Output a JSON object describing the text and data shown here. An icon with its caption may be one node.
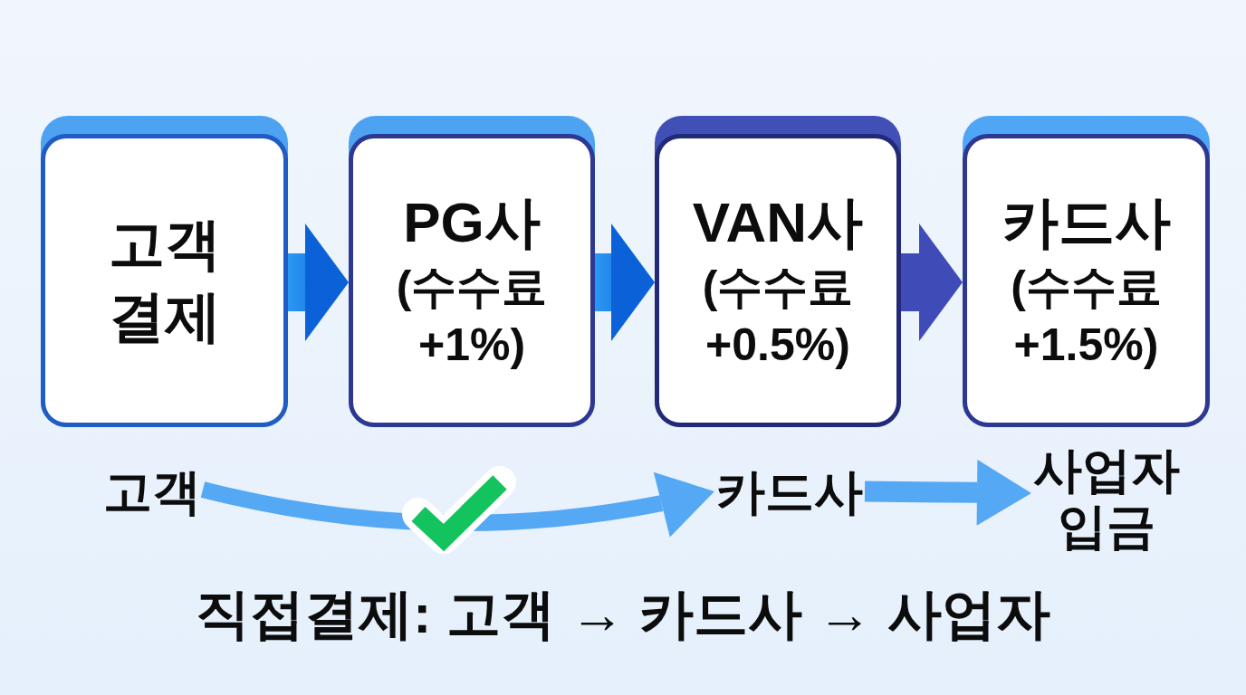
{
  "diagram": {
    "nodes": [
      {
        "text": [
          "고객 결제"
        ]
      },
      {
        "text": [
          "PG사",
          "(수수료 +1%)"
        ]
      },
      {
        "text": [
          "VAN사",
          "(수수료 +0.5%)"
        ]
      },
      {
        "text": [
          "카드사",
          "(수수료 +1.5%)"
        ]
      },
      {
        "text": [
          "고객"
        ]
      },
      {
        "text": [
          "카드사"
        ]
      },
      {
        "text": [
          "사업자 입금"
        ]
      }
    ],
    "edges": [
      {
        "from": 0,
        "to": 1,
        "arrow": "to"
      },
      {
        "from": 1,
        "to": 2,
        "arrow": "to"
      },
      {
        "from": 2,
        "to": 3,
        "arrow": "to",
        "color": "#3f4cb8"
      },
      {
        "from": 4,
        "to": 5,
        "arrow": "to",
        "color": "#55a8f4"
      },
      {
        "from": 5,
        "to": 6,
        "arrow": "to",
        "color": "#55a8f4"
      }
    ],
    "caption": "직접결제: 고객 → 카드사 → 사업자"
  }
}
